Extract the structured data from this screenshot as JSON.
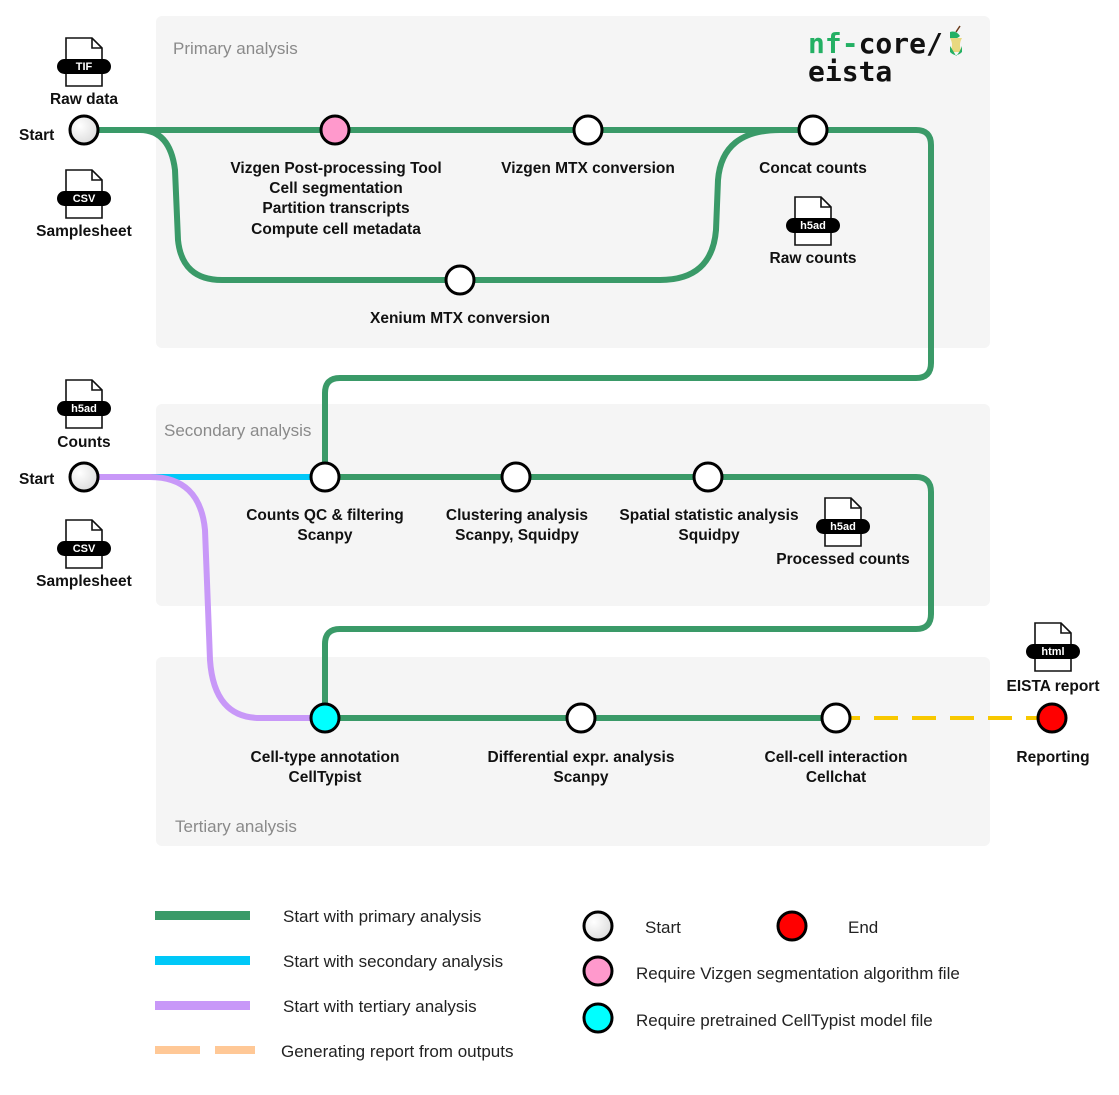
{
  "logo": {
    "prefix": "nf-",
    "name": "core/",
    "pipeline": "eista"
  },
  "colors": {
    "primary": "#3a9a68",
    "secondary": "#00c8f8",
    "tertiary": "#c898f8",
    "report": "#f8c800",
    "report_legend": "#ffc896",
    "panel_bg": "#f5f5f5",
    "start_node": "#e8e8e8",
    "end_node": "#ff0000",
    "vizgen_node": "#ff99cc",
    "celltypist_node": "#00ffff"
  },
  "panels": {
    "primary": "Primary analysis",
    "secondary": "Secondary analysis",
    "tertiary": "Tertiary  analysis"
  },
  "inputs": {
    "primary": {
      "start": "Start",
      "raw_file_type": "TIF",
      "raw_label": "Raw data",
      "sheet_file_type": "CSV",
      "sheet_label": "Samplesheet"
    },
    "secondary": {
      "start": "Start",
      "counts_file_type": "h5ad",
      "counts_label": "Counts",
      "sheet_file_type": "CSV",
      "sheet_label": "Samplesheet"
    }
  },
  "nodes": {
    "vizgen": [
      "Vizgen Post-processing Tool",
      "Cell segmentation",
      "Partition transcripts",
      "Compute cell metadata"
    ],
    "vizgen_mtx": [
      "Vizgen MTX conversion"
    ],
    "xenium_mtx": [
      "Xenium MTX conversion"
    ],
    "concat": [
      "Concat counts"
    ],
    "qc": [
      "Counts QC & filtering",
      "Scanpy"
    ],
    "clustering": [
      "Clustering analysis",
      "Scanpy, Squidpy"
    ],
    "spatial": [
      "Spatial statistic analysis",
      "Squidpy"
    ],
    "celltype": [
      "Cell-type annotation",
      "CellTypist"
    ],
    "diffexpr": [
      "Differential expr. analysis",
      "Scanpy"
    ],
    "cellchat": [
      "Cell-cell interaction",
      "Cellchat"
    ],
    "reporting": [
      "Reporting"
    ]
  },
  "outputs": {
    "raw_counts": {
      "file_type": "h5ad",
      "label": "Raw counts"
    },
    "processed_counts": {
      "file_type": "h5ad",
      "label": "Processed counts"
    },
    "report": {
      "file_type": "html",
      "label": "EISTA report"
    }
  },
  "legend": {
    "lines": [
      "Start with primary analysis",
      "Start with secondary analysis",
      "Start with tertiary analysis",
      "Generating report from outputs"
    ],
    "nodes": {
      "start": "Start",
      "end": "End",
      "vizgen": "Require Vizgen segmentation algorithm file",
      "celltypist": "Require pretrained CellTypist model file"
    }
  }
}
